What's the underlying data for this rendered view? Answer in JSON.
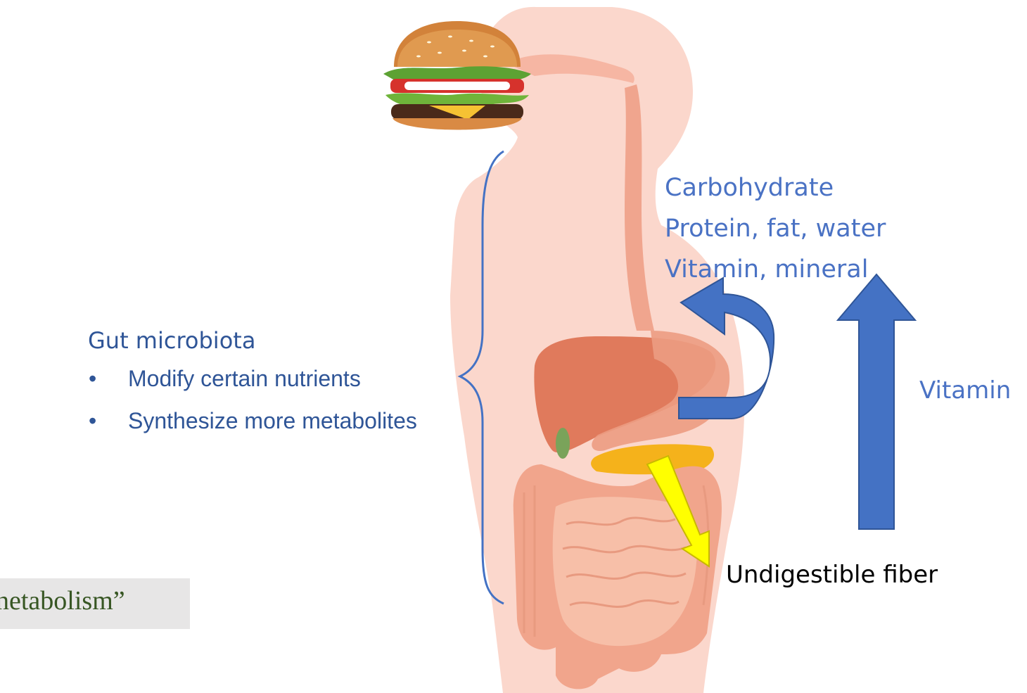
{
  "labels": {
    "microbiota_title": "Gut microbiota",
    "bullets": [
      "Modify certain nutrients",
      "Synthesize more metabolites"
    ],
    "absorbed_nutrients": [
      "Carbohydrate",
      "Protein, fat, water",
      "Vitamin, mineral"
    ],
    "vitamin": "Vitamin",
    "fiber": "Undigestible fiber",
    "metabolism_fragment": "netabolism”",
    "bullet_char": "•"
  },
  "icons": {
    "food": "hamburger-icon",
    "body": "human-body-silhouette",
    "absorption_arrow": "curved-arrow-icon",
    "vitamin_arrow": "up-arrow-icon",
    "fiber_arrow": "down-arrow-icon"
  },
  "colors": {
    "text_blue": "#4a72c4",
    "text_dark_blue": "#2f5597",
    "arrow_blue": "#4472c4",
    "fiber_arrow": "#ffff00",
    "body": "#fbd7cc",
    "organs": "#e88f72",
    "box_gray": "#e7e6e6"
  }
}
